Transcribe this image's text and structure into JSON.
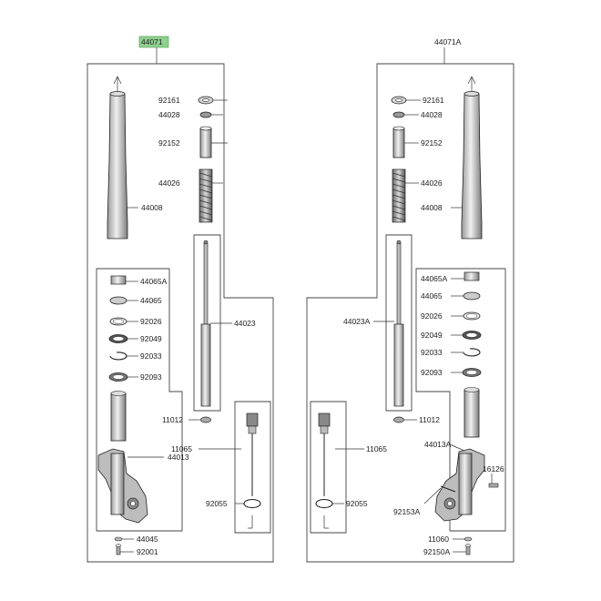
{
  "assemblies": {
    "left_id": "44071",
    "right_id": "44071A",
    "highlight_color": "#8fd08f"
  },
  "left_labels": {
    "p92161": "92161",
    "p44028": "44028",
    "p92152": "92152",
    "p44026": "44026",
    "p44008": "44008",
    "p44023": "44023",
    "p44065A": "44065A",
    "p44065": "44065",
    "p92026": "92026",
    "p92049": "92049",
    "p92033": "92033",
    "p92093": "92093",
    "p11012": "11012",
    "p11065": "11065",
    "p44013": "44013",
    "p92055": "92055",
    "p44045": "44045",
    "p92001": "92001"
  },
  "right_labels": {
    "p92161": "92161",
    "p44028": "44028",
    "p92152": "92152",
    "p44026": "44026",
    "p44008": "44008",
    "p44065A": "44065A",
    "p44065": "44065",
    "p44023A": "44023A",
    "p92026": "92026",
    "p92049": "92049",
    "p92033": "92033",
    "p92093": "92093",
    "p11012": "11012",
    "p11065": "11065",
    "p44013A": "44013A",
    "p16126": "16126",
    "p92153A": "92153A",
    "p92055": "92055",
    "p11060": "11060",
    "p92150A": "92150A"
  }
}
